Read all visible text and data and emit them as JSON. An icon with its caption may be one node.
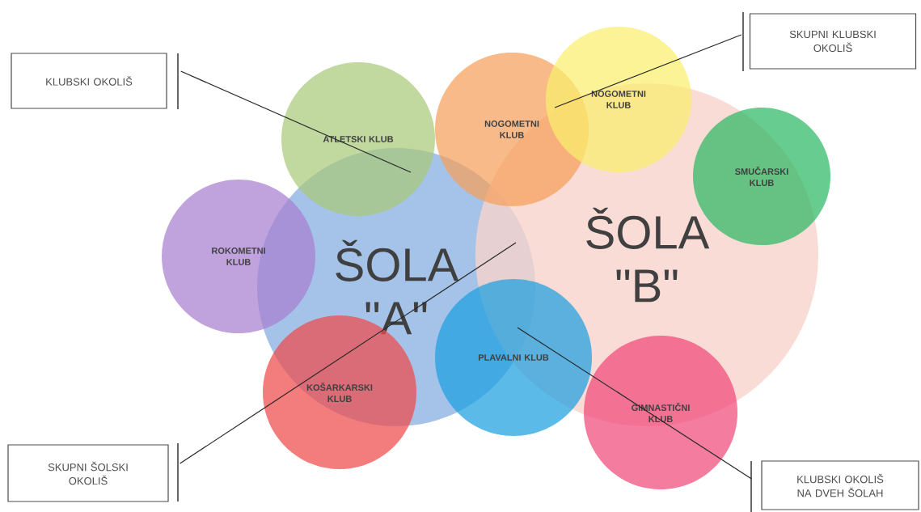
{
  "diagram": {
    "nodes": [
      {
        "text": [
          "ŠOLA \"A\""
        ]
      },
      {
        "text": [
          "ŠOLA \"B\""
        ]
      },
      {
        "text": [
          "ATLETSKI KLUB"
        ]
      },
      {
        "text": [
          "NOGOMETNI KLUB"
        ]
      },
      {
        "text": [
          "NOGOMETNI KLUB"
        ]
      },
      {
        "text": [
          "SMUČARSKI KLUB"
        ]
      },
      {
        "text": [
          "ROKOMETNI KLUB"
        ]
      },
      {
        "text": [
          "KOŠARKARSKI KLUB"
        ]
      },
      {
        "text": [
          "PLAVALNI KLUB"
        ]
      },
      {
        "text": [
          "GIMNASTIČNI KLUB"
        ]
      },
      {
        "text": [
          "KLUBSKI OKOLIŠ"
        ]
      },
      {
        "text": [
          "SKUPNI KLUBSKI OKOLIŠ"
        ]
      },
      {
        "text": [
          "SKUPNI ŠOLSKI OKOLIŠ"
        ]
      },
      {
        "text": [
          "KLUBSKI OKOLIŠ NA DVEH ŠOLAH"
        ]
      }
    ],
    "edges": [
      {
        "from": 10,
        "to": 2,
        "arrow": "none"
      },
      {
        "from": 11,
        "to": 4,
        "arrow": "none"
      },
      {
        "from": 12,
        "to": 0,
        "arrow": "none"
      },
      {
        "from": 13,
        "to": 8,
        "arrow": "none"
      }
    ]
  }
}
